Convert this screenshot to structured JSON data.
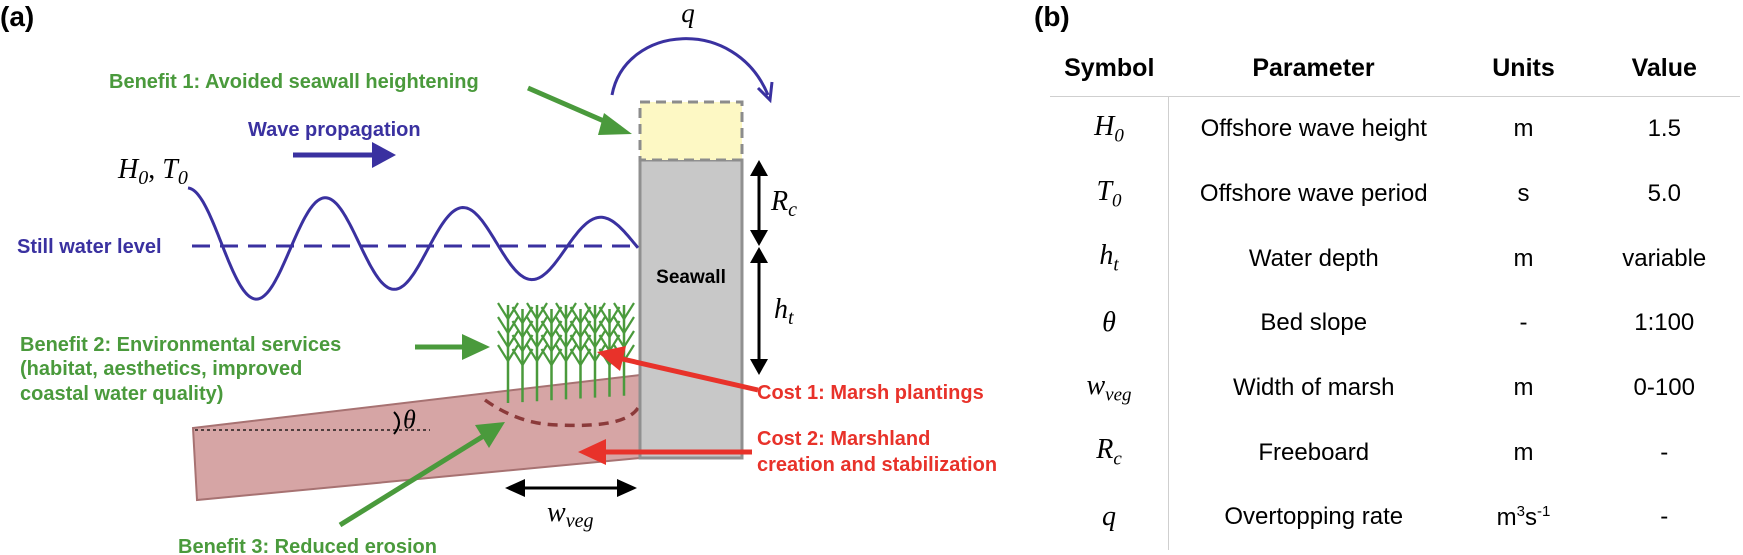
{
  "panel_a": {
    "label": "(a)",
    "overtopping_symbol": "q",
    "benefit1": "Benefit 1: Avoided seawall heightening",
    "wave_propagation": "Wave propagation",
    "offshore_H": "H",
    "offshore_H_sub": "0",
    "offshore_sep": ", ",
    "offshore_T": "T",
    "offshore_T_sub": "0",
    "still_water_level": "Still water level",
    "seawall": "Seawall",
    "freeboard_symbol": "R",
    "freeboard_sub": "c",
    "depth_symbol": "h",
    "depth_sub": "t",
    "benefit2_line1": "Benefit 2: Environmental services",
    "benefit2_line2": "(habitat, aesthetics, improved",
    "benefit2_line3": "coastal water quality)",
    "cost1": "Cost 1: Marsh plantings",
    "cost2_line1": "Cost 2: Marshland",
    "cost2_line2": "creation and stabilization",
    "slope_symbol": "θ",
    "width_symbol": "w",
    "width_sub": "veg",
    "benefit3": "Benefit 3: Reduced erosion",
    "colors": {
      "benefit": "#4a9a3c",
      "cost": "#e8322a",
      "wave": "#3a31a0",
      "seawall": "#c8c8c8",
      "heightening": "#fdf8c4",
      "bed": "#d6a5a5"
    }
  },
  "panel_b": {
    "label": "(b)",
    "headers": [
      "Symbol",
      "Parameter",
      "Units",
      "Value"
    ],
    "rows": [
      {
        "sym": "H",
        "sub": "0",
        "parameter": "Offshore wave height",
        "units": "m",
        "units_sup": "",
        "units_rest": "",
        "value": "1.5"
      },
      {
        "sym": "T",
        "sub": "0",
        "parameter": "Offshore wave period",
        "units": "s",
        "units_sup": "",
        "units_rest": "",
        "value": "5.0"
      },
      {
        "sym": "h",
        "sub": "t",
        "parameter": "Water depth",
        "units": "m",
        "units_sup": "",
        "units_rest": "",
        "value": "variable"
      },
      {
        "sym": "θ",
        "sub": "",
        "parameter": "Bed slope",
        "units": "-",
        "units_sup": "",
        "units_rest": "",
        "value": "1:100"
      },
      {
        "sym": "w",
        "sub": "veg",
        "parameter": "Width of marsh",
        "units": "m",
        "units_sup": "",
        "units_rest": "",
        "value": "0-100"
      },
      {
        "sym": "R",
        "sub": "c",
        "parameter": "Freeboard",
        "units": "m",
        "units_sup": "",
        "units_rest": "",
        "value": "-"
      },
      {
        "sym": "q",
        "sub": "",
        "parameter": "Overtopping rate",
        "units": "m",
        "units_sup": "3",
        "units_rest": "s",
        "units_sup2": "-1",
        "value": "-"
      }
    ]
  }
}
